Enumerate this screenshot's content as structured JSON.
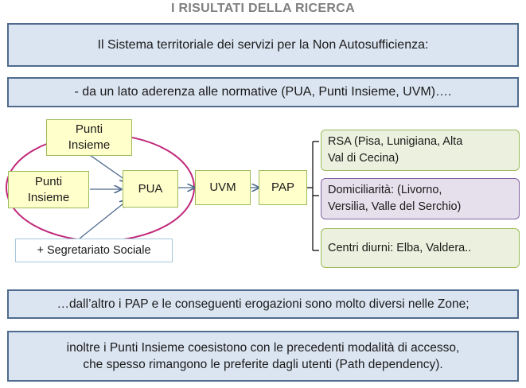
{
  "title": "I RISULTATI DELLA RICERCA",
  "bands": {
    "sistema": "Il Sistema territoriale dei servizi per la Non Autosufficienza:",
    "aderenza": "- da un lato aderenza alle normative (PUA, Punti Insieme, UVM)….",
    "pap": "…dall’altro i PAP e le conseguenti erogazioni sono molto diversi nelle Zone;",
    "inoltre_1": "inoltre i Punti Insieme coesistono con le precedenti modalità di accesso,",
    "inoltre_2": "che spesso rimangono le preferite dagli utenti (Path dependency)."
  },
  "diagram": {
    "punti_insieme_top": [
      "Punti",
      "Insieme"
    ],
    "punti_insieme_left": [
      "Punti",
      "Insieme"
    ],
    "pua": "PUA",
    "uvm": "UVM",
    "pap": "PAP",
    "segretariato": "+ Segretariato Sociale",
    "outcomes": {
      "rsa": [
        "RSA  (Pisa, Lunigiana, Alta",
        "Val di Cecina)"
      ],
      "domiciliarita": [
        "Domiciliarità: (Livorno,",
        "Versilia, Valle del Serchio)"
      ],
      "centri": "Centri diurni: Elba, Valdera.."
    }
  },
  "colors": {
    "band_fill": "#dbe5f1",
    "band_border": "#4f6b8e",
    "node_fill": "#ffffcc",
    "node_border": "#9bbb59",
    "ellipse": "#c0287a",
    "green_fill": "#ebf1de",
    "lavender_fill": "#e6e0ec"
  }
}
